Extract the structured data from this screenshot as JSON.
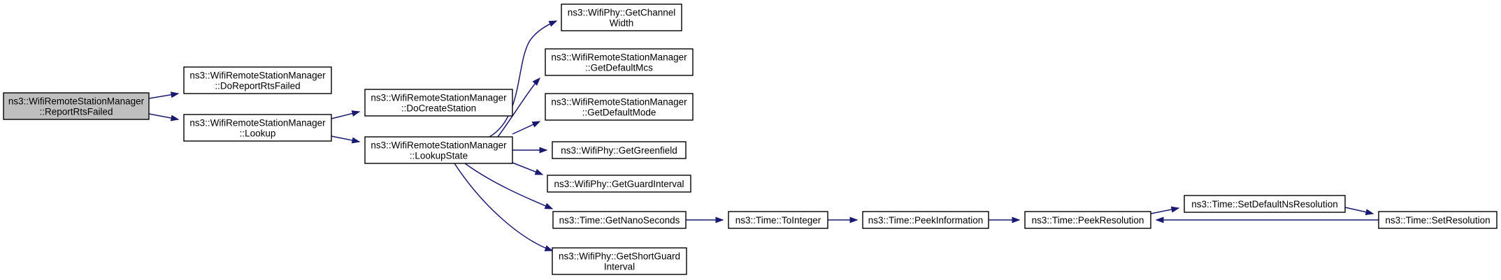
{
  "graph": {
    "colors": {
      "edge": "#191970",
      "node_fill": "#ffffff",
      "root_fill": "#bfbfbf",
      "node_border": "#000000"
    },
    "nodes": {
      "report_rts_failed": {
        "lines": [
          "ns3::WifiRemoteStationManager",
          "::ReportRtsFailed"
        ],
        "root": true
      },
      "do_report_rts_failed": {
        "lines": [
          "ns3::WifiRemoteStationManager",
          "::DoReportRtsFailed"
        ]
      },
      "lookup": {
        "lines": [
          "ns3::WifiRemoteStationManager",
          "::Lookup"
        ]
      },
      "do_create_station": {
        "lines": [
          "ns3::WifiRemoteStationManager",
          "::DoCreateStation"
        ]
      },
      "lookup_state": {
        "lines": [
          "ns3::WifiRemoteStationManager",
          "::LookupState"
        ]
      },
      "get_channel_width": {
        "lines": [
          "ns3::WifiPhy::GetChannel",
          "Width"
        ]
      },
      "get_default_mcs": {
        "lines": [
          "ns3::WifiRemoteStationManager",
          "::GetDefaultMcs"
        ]
      },
      "get_default_mode": {
        "lines": [
          "ns3::WifiRemoteStationManager",
          "::GetDefaultMode"
        ]
      },
      "get_greenfield": {
        "lines": [
          "ns3::WifiPhy::GetGreenfield"
        ]
      },
      "get_guard_interval": {
        "lines": [
          "ns3::WifiPhy::GetGuardInterval"
        ]
      },
      "get_nano_seconds": {
        "lines": [
          "ns3::Time::GetNanoSeconds"
        ]
      },
      "get_short_guard_interval": {
        "lines": [
          "ns3::WifiPhy::GetShortGuard",
          "Interval"
        ]
      },
      "to_integer": {
        "lines": [
          "ns3::Time::ToInteger"
        ]
      },
      "peek_information": {
        "lines": [
          "ns3::Time::PeekInformation"
        ]
      },
      "peek_resolution": {
        "lines": [
          "ns3::Time::PeekResolution"
        ]
      },
      "set_default_ns_resolution": {
        "lines": [
          "ns3::Time::SetDefaultNsResolution"
        ]
      },
      "set_resolution": {
        "lines": [
          "ns3::Time::SetResolution"
        ]
      }
    },
    "edges": [
      {
        "from": "report_rts_failed",
        "to": "do_report_rts_failed"
      },
      {
        "from": "report_rts_failed",
        "to": "lookup"
      },
      {
        "from": "lookup",
        "to": "do_create_station"
      },
      {
        "from": "lookup",
        "to": "lookup_state"
      },
      {
        "from": "lookup_state",
        "to": "get_channel_width"
      },
      {
        "from": "lookup_state",
        "to": "get_default_mcs"
      },
      {
        "from": "lookup_state",
        "to": "get_default_mode"
      },
      {
        "from": "lookup_state",
        "to": "get_greenfield"
      },
      {
        "from": "lookup_state",
        "to": "get_guard_interval"
      },
      {
        "from": "lookup_state",
        "to": "get_nano_seconds"
      },
      {
        "from": "lookup_state",
        "to": "get_short_guard_interval"
      },
      {
        "from": "get_nano_seconds",
        "to": "to_integer"
      },
      {
        "from": "to_integer",
        "to": "peek_information"
      },
      {
        "from": "peek_information",
        "to": "peek_resolution"
      },
      {
        "from": "peek_resolution",
        "to": "set_default_ns_resolution"
      },
      {
        "from": "set_default_ns_resolution",
        "to": "set_resolution"
      },
      {
        "from": "set_resolution",
        "to": "peek_resolution"
      }
    ]
  }
}
